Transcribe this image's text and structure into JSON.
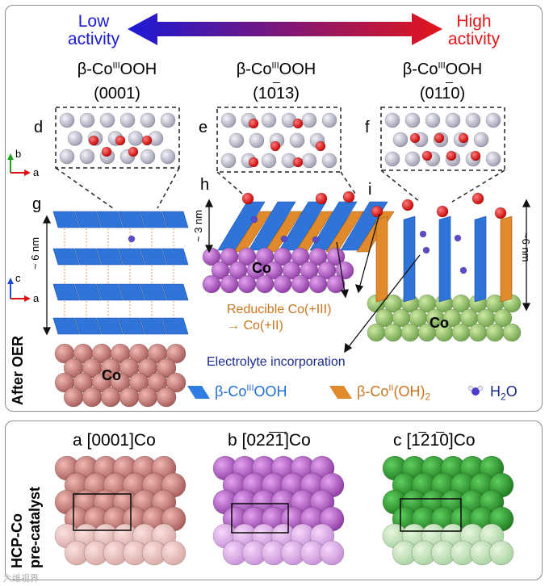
{
  "arrow": {
    "low_label": "Low\nactivity",
    "high_label": "High\nactivity",
    "low_color": "#1a1ad6",
    "high_color": "#e3151a"
  },
  "facets": [
    {
      "formula_base": "β-Co",
      "formula_sup": "III",
      "formula_rest": "OOH",
      "miller": "(0001)"
    },
    {
      "formula_base": "β-Co",
      "formula_sup": "III",
      "formula_rest": "OOH",
      "miller": "(1013)"
    },
    {
      "formula_base": "β-Co",
      "formula_sup": "III",
      "formula_rest": "OOH",
      "miller": "(0110)"
    }
  ],
  "panel_letters": {
    "d": "d",
    "e": "e",
    "f": "f",
    "g": "g",
    "h": "h",
    "i": "i"
  },
  "axes": {
    "top_b": "b",
    "top_a": "a",
    "bottom_c": "c",
    "bottom_a": "a"
  },
  "dimensions": {
    "g": "~ 6 nm",
    "h": "~ 3 nm",
    "i": "~6 nm"
  },
  "substrate_label": "Co",
  "annotations": {
    "reducible_line1": "Reducible Co(+III)",
    "reducible_line2": "→ Co(+II)",
    "electrolyte": "Electrolyte incorporation"
  },
  "side_labels": {
    "after_oer": "After OER",
    "precatalyst_line1": "HCP-Co",
    "precatalyst_line2": "pre-catalyst"
  },
  "legend": {
    "item1_base": "β-Co",
    "item1_sup": "III",
    "item1_rest": "OOH",
    "item2_base": "β-Co",
    "item2_sup": "II",
    "item2_rest": "(OH)",
    "item2_sub": "2",
    "item3_base": "H",
    "item3_sub": "2",
    "item3_rest": "O",
    "colors": {
      "cooh": "#2f7de1",
      "coh2": "#e08a2c",
      "water": "#5b4cc8"
    }
  },
  "precatalysts": [
    {
      "letter": "a",
      "direction": "[0001]Co",
      "color": "#b86a66"
    },
    {
      "letter": "b",
      "direction": "[0221]Co",
      "color": "#9040a8"
    },
    {
      "letter": "c",
      "direction": "[1210]Co",
      "color": "#2f8a2f"
    }
  ],
  "watermark": "六维视界"
}
